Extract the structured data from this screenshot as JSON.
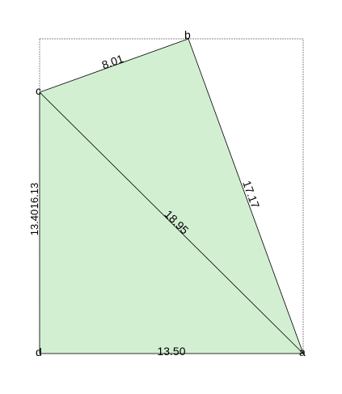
{
  "diagram": {
    "colors": {
      "fill": "#d2efd2",
      "stroke": "#000000",
      "frame": "#8a8a8a"
    },
    "vertices": {
      "a": "a",
      "b": "b",
      "c": "c",
      "d": "d"
    },
    "edges": {
      "cb": "8.01",
      "ba": "17.17",
      "ca": "18.95",
      "da": "13.50",
      "cd_left": "13.40",
      "cd_right": "16.13"
    }
  }
}
